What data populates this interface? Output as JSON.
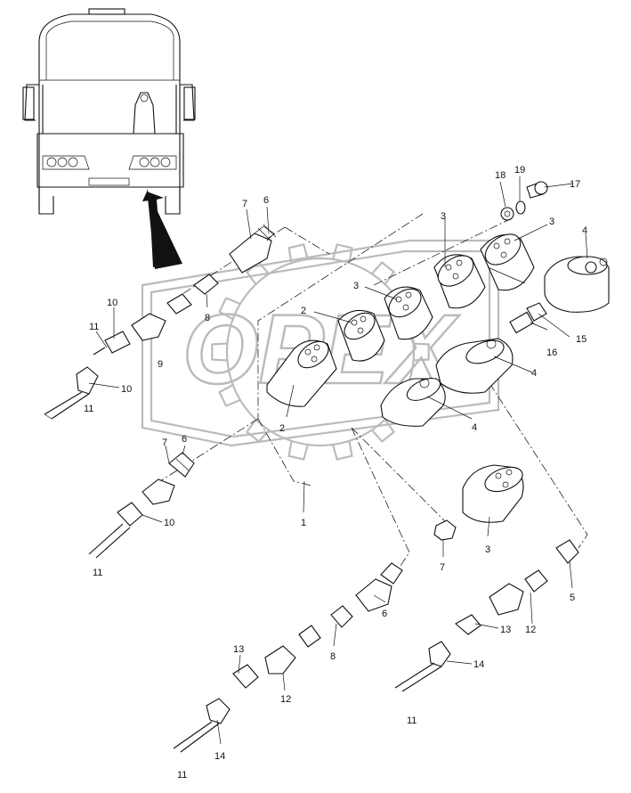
{
  "watermark": {
    "text": "OPEX",
    "color": "#bbbbbb"
  },
  "callouts": [
    {
      "id": "c1",
      "text": "1"
    },
    {
      "id": "c2a",
      "text": "2"
    },
    {
      "id": "c2b",
      "text": "2"
    },
    {
      "id": "c3a",
      "text": "3"
    },
    {
      "id": "c3b",
      "text": "3"
    },
    {
      "id": "c3c",
      "text": "3"
    },
    {
      "id": "c3d",
      "text": "3"
    },
    {
      "id": "c4a",
      "text": "4"
    },
    {
      "id": "c4b",
      "text": "4"
    },
    {
      "id": "c4c",
      "text": "4"
    },
    {
      "id": "c5",
      "text": "5"
    },
    {
      "id": "c6a",
      "text": "6"
    },
    {
      "id": "c6b",
      "text": "6"
    },
    {
      "id": "c6c",
      "text": "6"
    },
    {
      "id": "c7a",
      "text": "7"
    },
    {
      "id": "c7b",
      "text": "7"
    },
    {
      "id": "c7c",
      "text": "7"
    },
    {
      "id": "c8a",
      "text": "8"
    },
    {
      "id": "c8b",
      "text": "8"
    },
    {
      "id": "c9",
      "text": "9"
    },
    {
      "id": "c10a",
      "text": "10"
    },
    {
      "id": "c10b",
      "text": "10"
    },
    {
      "id": "c10c",
      "text": "10"
    },
    {
      "id": "c11a",
      "text": "11"
    },
    {
      "id": "c11b",
      "text": "11"
    },
    {
      "id": "c11c",
      "text": "11"
    },
    {
      "id": "c11d",
      "text": "11"
    },
    {
      "id": "c11e",
      "text": "11"
    },
    {
      "id": "c12a",
      "text": "12"
    },
    {
      "id": "c12b",
      "text": "12"
    },
    {
      "id": "c13a",
      "text": "13"
    },
    {
      "id": "c13b",
      "text": "13"
    },
    {
      "id": "c14a",
      "text": "14"
    },
    {
      "id": "c14b",
      "text": "14"
    },
    {
      "id": "c15",
      "text": "15"
    },
    {
      "id": "c16",
      "text": "16"
    },
    {
      "id": "c17",
      "text": "17"
    },
    {
      "id": "c18",
      "text": "18"
    },
    {
      "id": "c19",
      "text": "19"
    }
  ]
}
